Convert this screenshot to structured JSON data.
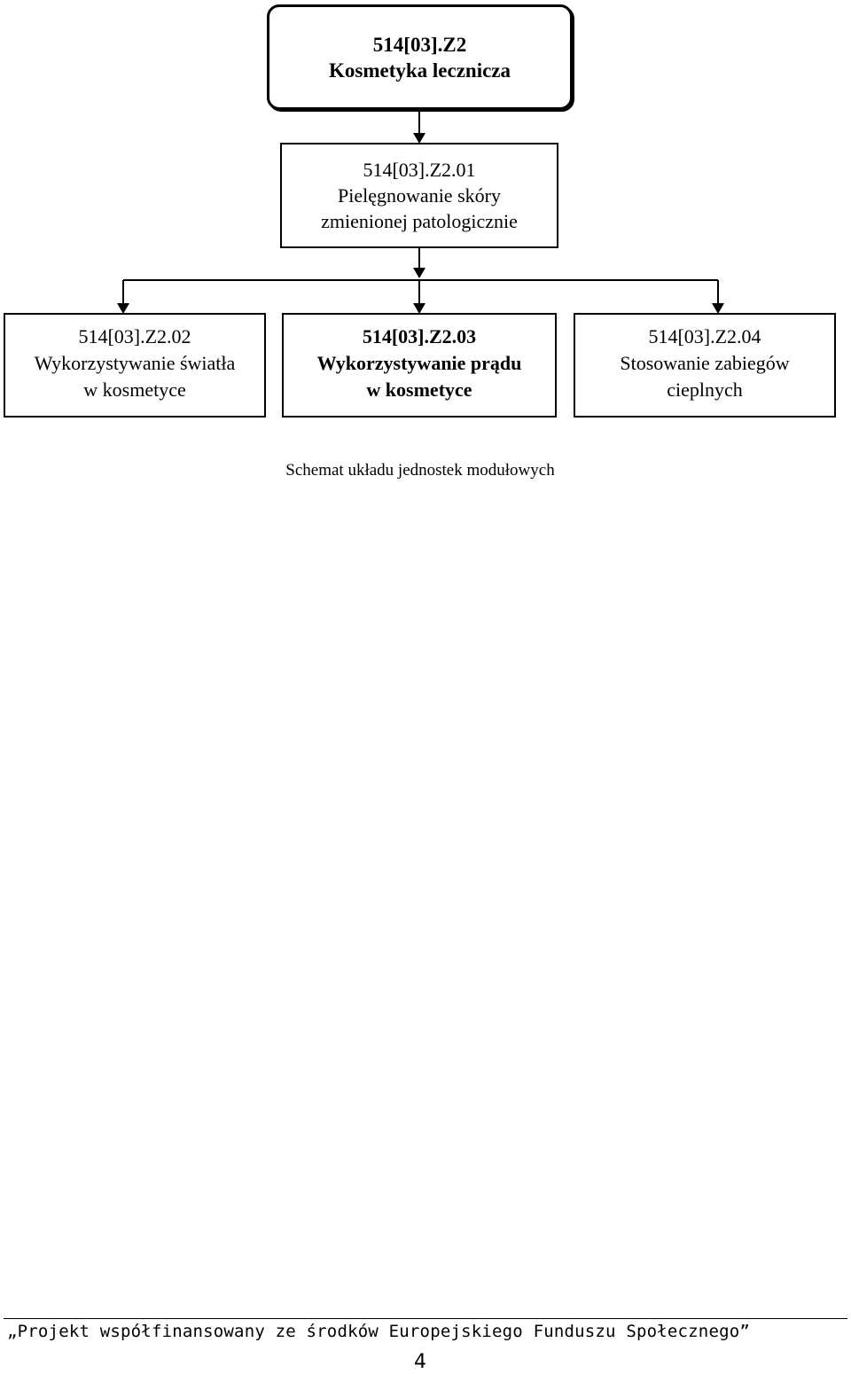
{
  "diagram": {
    "root": {
      "code": "514[03].Z2",
      "title": "Kosmetyka lecznicza"
    },
    "level1": {
      "code": "514[03].Z2.01",
      "title_line1": "Pielęgnowanie skóry",
      "title_line2": "zmienionej patologicznie"
    },
    "children": [
      {
        "code": "514[03].Z2.02",
        "title_line1": "Wykorzystywanie światła",
        "title_line2": "w kosmetyce"
      },
      {
        "code": "514[03].Z2.03",
        "title_line1": "Wykorzystywanie prądu",
        "title_line2": "w kosmetyce"
      },
      {
        "code": "514[03].Z2.04",
        "title_line1": "Stosowanie zabiegów",
        "title_line2": "cieplnych"
      }
    ],
    "caption": "Schemat układu jednostek modułowych"
  },
  "footer": {
    "text": "„Projekt współfinansowany ze środków Europejskiego Funduszu Społecznego”",
    "page_number": "4"
  }
}
